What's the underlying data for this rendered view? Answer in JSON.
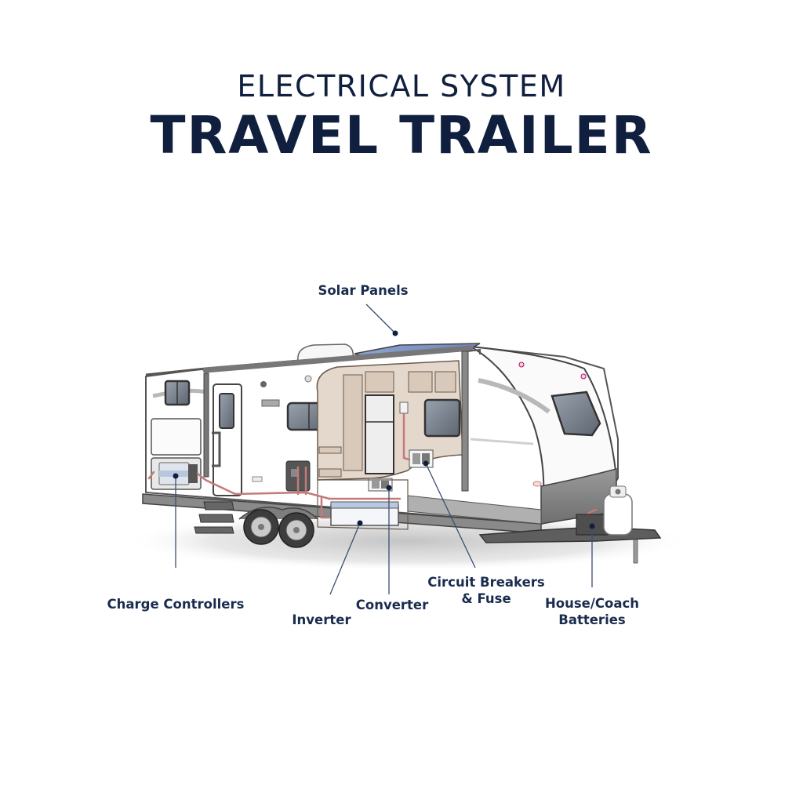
{
  "header": {
    "subtitle": "ELECTRICAL SYSTEM",
    "title": "TRAVEL TRAILER"
  },
  "colors": {
    "text": "#0f1f3d",
    "label": "#1a2c4e",
    "leader_line": "#3a4f73",
    "wiring": "#c47a7a",
    "interior": "#dcd0c4",
    "solar": "#7f97c4"
  },
  "labels": {
    "solar_panels": "Solar Panels",
    "charge_controllers": "Charge Controllers",
    "inverter": "Inverter",
    "converter": "Converter",
    "circuit_breakers_line1": "Circuit Breakers",
    "circuit_breakers_line2": "& Fuse",
    "house_batteries_line1": "House/Coach",
    "house_batteries_line2": "Batteries"
  },
  "diagram": {
    "subject": "travel-trailer-cutaway",
    "callouts": [
      {
        "id": "solar_panels",
        "label": "Solar Panels",
        "dot": [
          504,
          425
        ]
      },
      {
        "id": "charge_controllers",
        "label": "Charge Controllers",
        "dot": [
          224,
          607
        ]
      },
      {
        "id": "inverter",
        "label": "Inverter",
        "dot": [
          459,
          667
        ]
      },
      {
        "id": "converter",
        "label": "Converter",
        "dot": [
          496,
          622
        ]
      },
      {
        "id": "circuit_breakers",
        "label": "Circuit Breakers & Fuse",
        "dot": [
          543,
          591
        ]
      },
      {
        "id": "house_batteries",
        "label": "House/Coach Batteries",
        "dot": [
          755,
          671
        ]
      }
    ]
  }
}
